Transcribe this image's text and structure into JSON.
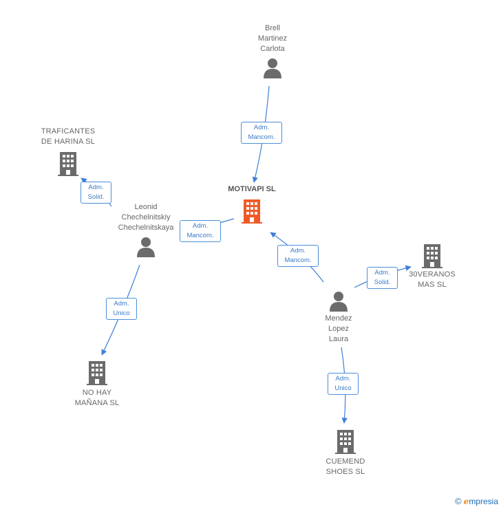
{
  "colors": {
    "edge": "#3d7fd6",
    "person": "#6b6b6b",
    "company": "#6b6b6b",
    "main_company": "#f05a28"
  },
  "nodes": {
    "main": {
      "label": "MOTIVAPI SL",
      "type": "company-main"
    },
    "brell": {
      "label": "Brell\nMartinez\nCarlota",
      "type": "person"
    },
    "leonid": {
      "label": "Leonid\nChechelnitskiy\nChechelnitskaya",
      "type": "person"
    },
    "mendez": {
      "label": "Mendez\nLopez\nLaura",
      "type": "person"
    },
    "traficantes": {
      "label": "TRAFICANTES\nDE HARINA SL",
      "type": "company"
    },
    "nohay": {
      "label": "NO HAY\nMAÑANA SL",
      "type": "company"
    },
    "treinta": {
      "label": "30VERANOS\nMAS SL",
      "type": "company"
    },
    "cuemend": {
      "label": "CUEMEND\nSHOES SL",
      "type": "company"
    }
  },
  "edges": [
    {
      "id": "brell-main",
      "label": "Adm.\nMancom."
    },
    {
      "id": "leonid-main",
      "label": "Adm.\nMancom."
    },
    {
      "id": "leonid-traficantes",
      "label": "Adm.\nSolid."
    },
    {
      "id": "leonid-nohay",
      "label": "Adm.\nUnico"
    },
    {
      "id": "mendez-main",
      "label": "Adm.\nMancom."
    },
    {
      "id": "mendez-treinta",
      "label": "Adm.\nSolid."
    },
    {
      "id": "mendez-cuemend",
      "label": "Adm.\nUnico"
    }
  ],
  "footer": {
    "copyright": "©",
    "brand_initial": "e",
    "brand_rest": "mpresia"
  }
}
